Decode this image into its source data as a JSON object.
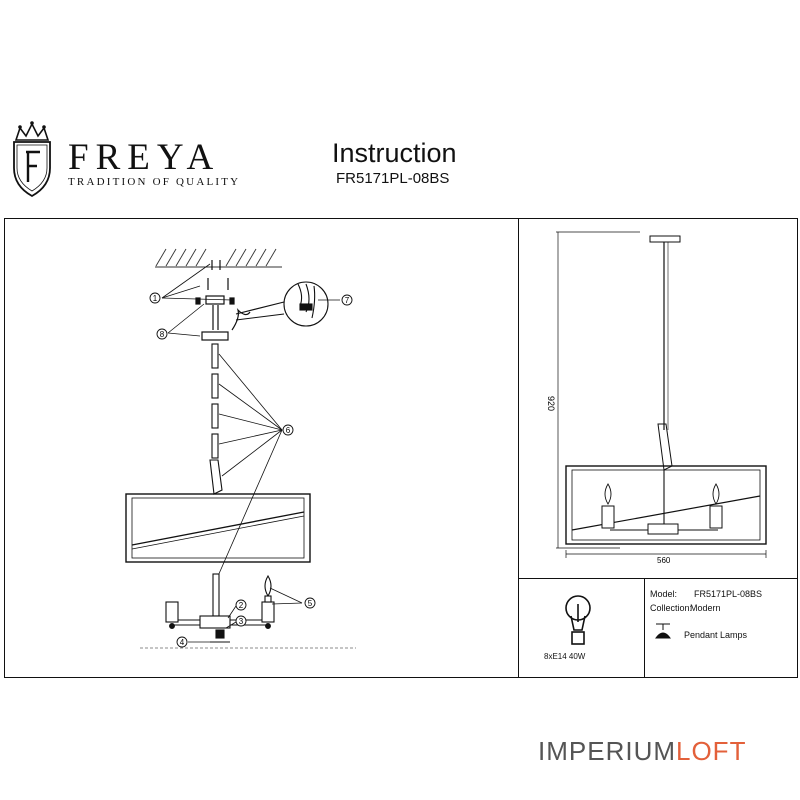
{
  "header": {
    "brand_name": "FREYA",
    "tagline": "TRADITION OF QUALITY",
    "title": "Instruction",
    "model_code": "FR5171PL-08BS"
  },
  "assembly": {
    "callouts": [
      "1",
      "2",
      "3",
      "4",
      "5",
      "6",
      "7",
      "8"
    ]
  },
  "dimensions": {
    "height": "920",
    "width": "560"
  },
  "specs": {
    "model_label": "Model:",
    "model_value": "FR5171PL-08BS",
    "collection_label": "Collection:",
    "collection_value": "Modern",
    "type_value": "Pendant Lamps",
    "bulb": "8xE14 40W"
  },
  "watermark": {
    "part1": "IMPERIUM",
    "part2": "LOFT"
  }
}
